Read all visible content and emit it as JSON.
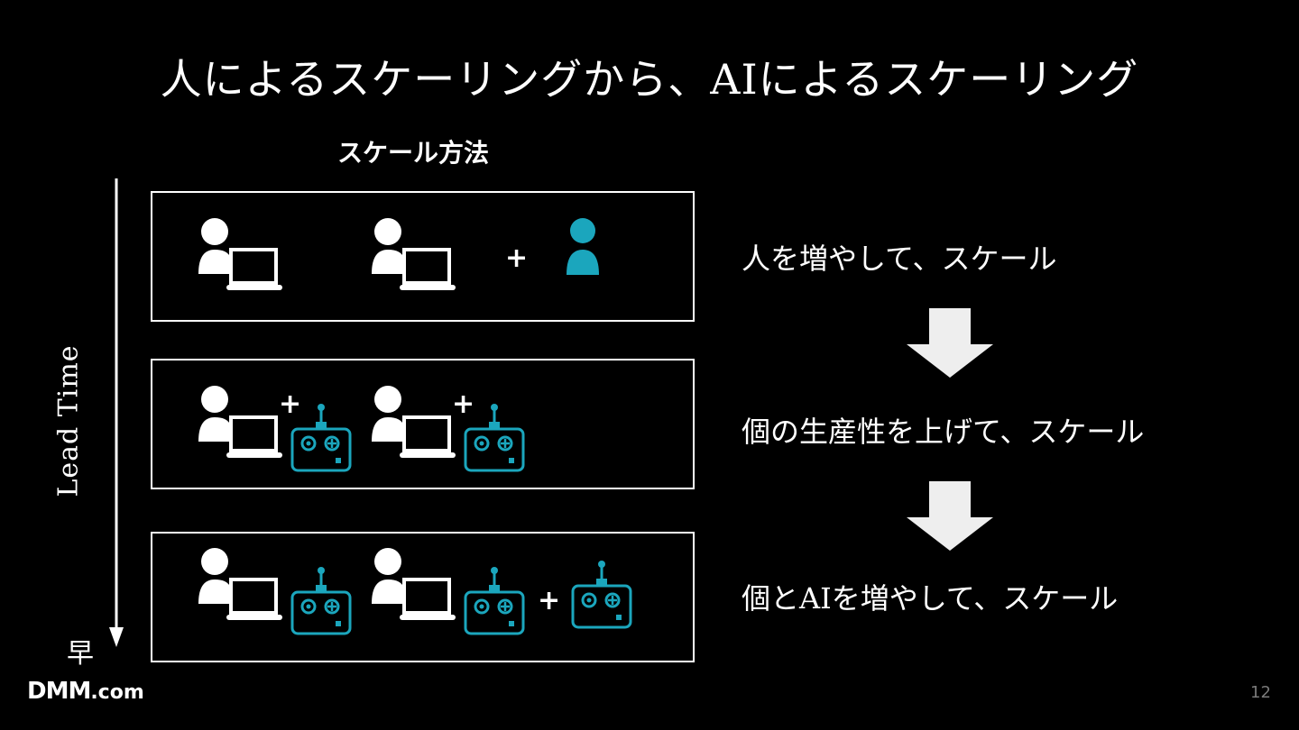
{
  "slide": {
    "title": "人によるスケーリングから、AIによるスケーリング",
    "subtitle": "スケール方法",
    "axis_label": "Lead Time",
    "axis_end_label": "早",
    "page_number": "12",
    "logo": {
      "main": "DMM",
      "suffix": ".com"
    }
  },
  "rows": [
    {
      "description": "人を増やして、スケール",
      "content": [
        "person-laptop",
        "person-laptop",
        "plus",
        "person"
      ]
    },
    {
      "description": "個の生産性を上げて、スケール",
      "content": [
        "person-laptop",
        "plus",
        "robot",
        "person-laptop",
        "plus",
        "robot"
      ]
    },
    {
      "description": "個とAIを増やして、スケール",
      "content": [
        "person-laptop",
        "robot",
        "person-laptop",
        "robot",
        "plus",
        "robot"
      ]
    }
  ],
  "plus_symbol": "+",
  "icons": [
    "person-laptop-icon",
    "person-icon",
    "robot-icon",
    "down-arrow-icon"
  ],
  "colors": {
    "background": "#000000",
    "foreground": "#ffffff",
    "accent": "#1ba6bd",
    "arrow": "#eeeeee",
    "page_number": "#7a7a7a"
  }
}
